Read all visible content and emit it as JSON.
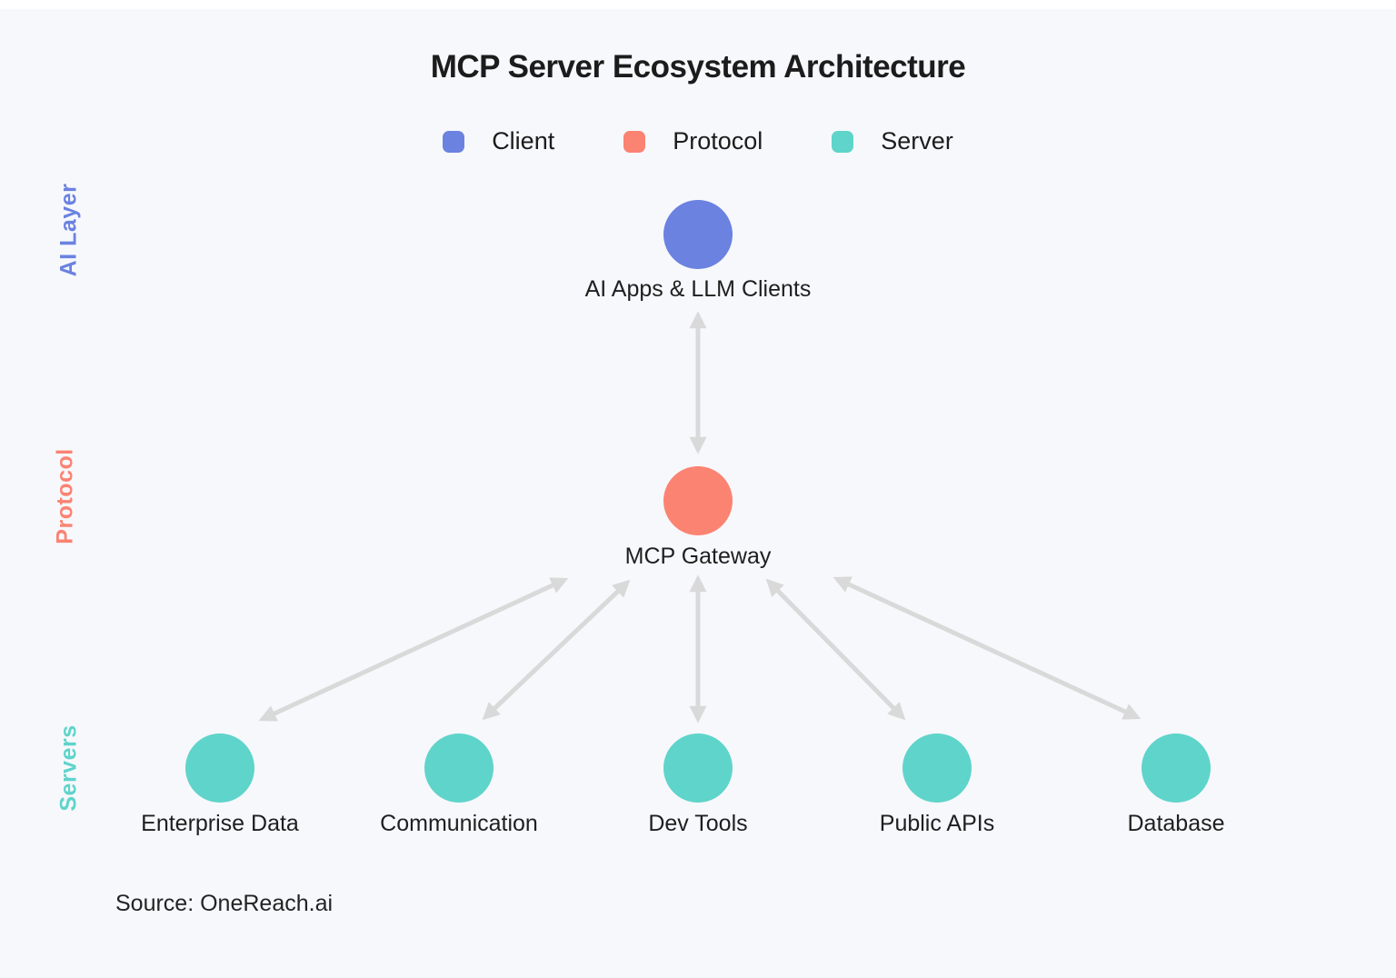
{
  "title": "MCP Server Ecosystem Architecture",
  "legend": {
    "items": [
      {
        "label": "Client",
        "color": "#6B82E0"
      },
      {
        "label": "Protocol",
        "color": "#FB8372"
      },
      {
        "label": "Server",
        "color": "#5FD4CA"
      }
    ]
  },
  "layer_labels": {
    "ai": "AI Layer",
    "protocol": "Protocol",
    "servers": "Servers"
  },
  "nodes": {
    "client": {
      "label": "AI Apps & LLM Clients",
      "color": "#6B82E0"
    },
    "gateway": {
      "label": "MCP Gateway",
      "color": "#FB8372"
    },
    "servers": [
      {
        "label": "Enterprise Data",
        "color": "#5FD4CA"
      },
      {
        "label": "Communication",
        "color": "#5FD4CA"
      },
      {
        "label": "Dev Tools",
        "color": "#5FD4CA"
      },
      {
        "label": "Public APIs",
        "color": "#5FD4CA"
      },
      {
        "label": "Database",
        "color": "#5FD4CA"
      }
    ]
  },
  "edges": [
    {
      "from": "AI Apps & LLM Clients",
      "to": "MCP Gateway",
      "style": "bidirectional-arrow"
    },
    {
      "from": "MCP Gateway",
      "to": "Enterprise Data",
      "style": "bidirectional-arrow"
    },
    {
      "from": "MCP Gateway",
      "to": "Communication",
      "style": "bidirectional-arrow"
    },
    {
      "from": "MCP Gateway",
      "to": "Dev Tools",
      "style": "bidirectional-arrow"
    },
    {
      "from": "MCP Gateway",
      "to": "Public APIs",
      "style": "bidirectional-arrow"
    },
    {
      "from": "MCP Gateway",
      "to": "Database",
      "style": "bidirectional-arrow"
    }
  ],
  "colors": {
    "background": "#F7F8FC",
    "arrow": "#D9D9D9",
    "text": "#1C1C1C"
  },
  "source": "Source: OneReach.ai"
}
